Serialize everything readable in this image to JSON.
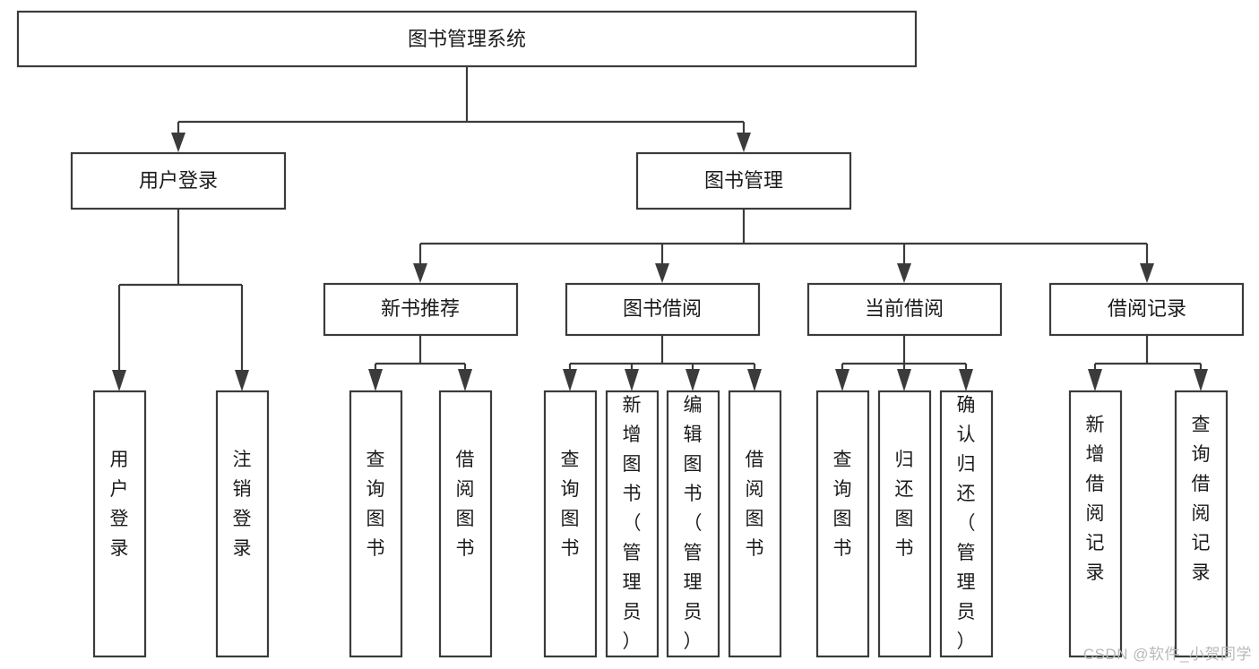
{
  "diagram": {
    "title": "图书管理系统",
    "type": "tree",
    "watermark": "CSDN @软件_小贺同学",
    "colors": {
      "box_stroke": "#3b3b3b",
      "box_fill": "#ffffff",
      "text": "#1b1b1b",
      "background": "#ffffff",
      "watermark": "#b9b9b9"
    },
    "levels": {
      "root": {
        "label": "图书管理系统"
      },
      "level1": [
        {
          "label": "用户登录"
        },
        {
          "label": "图书管理"
        }
      ],
      "level2": [
        {
          "label": "新书推荐"
        },
        {
          "label": "图书借阅"
        },
        {
          "label": "当前借阅"
        },
        {
          "label": "借阅记录"
        }
      ],
      "leaves": {
        "user_login": [
          {
            "label": "用户登录"
          },
          {
            "label": "注销登录"
          }
        ],
        "new_book": [
          {
            "label": "查询图书"
          },
          {
            "label": "借阅图书"
          }
        ],
        "book_borrow": [
          {
            "label": "查询图书"
          },
          {
            "label": "新增图书（管理员）"
          },
          {
            "label": "编辑图书（管理员）"
          },
          {
            "label": "借阅图书"
          }
        ],
        "current_borrow": [
          {
            "label": "查询图书"
          },
          {
            "label": "归还图书"
          },
          {
            "label": "确认归还（管理员）"
          }
        ],
        "borrow_record": [
          {
            "label": "新增借阅记录"
          },
          {
            "label": "查询借阅记录"
          }
        ]
      }
    }
  }
}
